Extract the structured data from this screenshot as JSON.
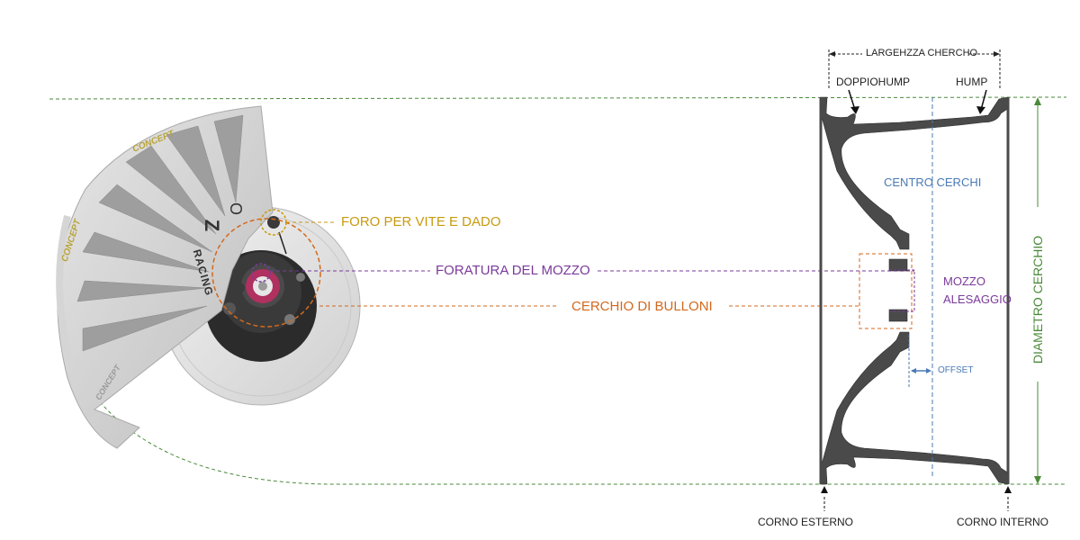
{
  "wheel": {
    "brand_top": "CONCEPT",
    "brand_side": "CONCEPT",
    "brand_bottom": "CONCEPT",
    "racing": "RACING",
    "logo_o": "O",
    "logo_z": "Z"
  },
  "labels": {
    "bolt_hole": "FORO PER VITE E DADO",
    "hub_bore": "FORATURA DEL MOZZO",
    "bolt_circle": "CERCHIO DI BULLONI",
    "rim_width": "LARGEHZZA CHERCHO",
    "double_hump": "DOPPIOHUMP",
    "hump": "HUMP",
    "rim_center": "CENTRO CERCHI",
    "hub_line1": "MOZZO",
    "hub_line2": "ALESAGGIO",
    "offset": "OFFSET",
    "outer_flange": "CORNO ESTERNO",
    "inner_flange": "CORNO INTERNO",
    "rim_diameter": "DIAMETRO CERCHIO"
  },
  "colors": {
    "gold": "#c89a10",
    "purple": "#7a3a9a",
    "orange": "#d2691e",
    "blue": "#4a7ab5",
    "green": "#4a8a3a",
    "profile": "#4a4a4a"
  }
}
